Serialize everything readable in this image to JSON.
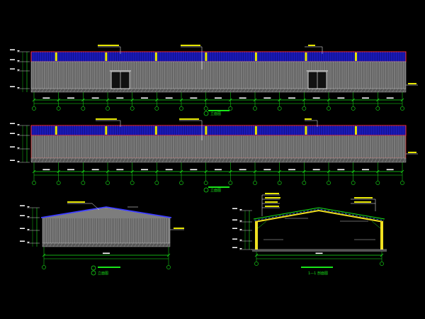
{
  "drawing": {
    "background": "#000000",
    "colors": {
      "roof_blue": "#1a1ab8",
      "roof_edge": "#ff2a2a",
      "wall_gray": "#7d7d7d",
      "wall_line": "#444444",
      "grid_green": "#19e619",
      "label_yellow": "#e6e600",
      "note_white": "#ffffff",
      "beam_yellow": "#f0e020",
      "purlin_blue": "#3a8cff"
    },
    "views": [
      {
        "name": "front-elevation",
        "caption": "立面图",
        "doors": 2,
        "grid_bays": 15
      },
      {
        "name": "rear-elevation",
        "caption": "立面图",
        "doors": 0,
        "grid_bays": 15
      },
      {
        "name": "side-elevation",
        "caption": "立面图",
        "grid_bays": 1
      },
      {
        "name": "section-1-1",
        "caption": "1—1 剖面图",
        "grid_bays": 1
      }
    ],
    "icons": [
      "grid-axis-bubble-icon",
      "elevation-marker-icon",
      "door-icon"
    ]
  }
}
